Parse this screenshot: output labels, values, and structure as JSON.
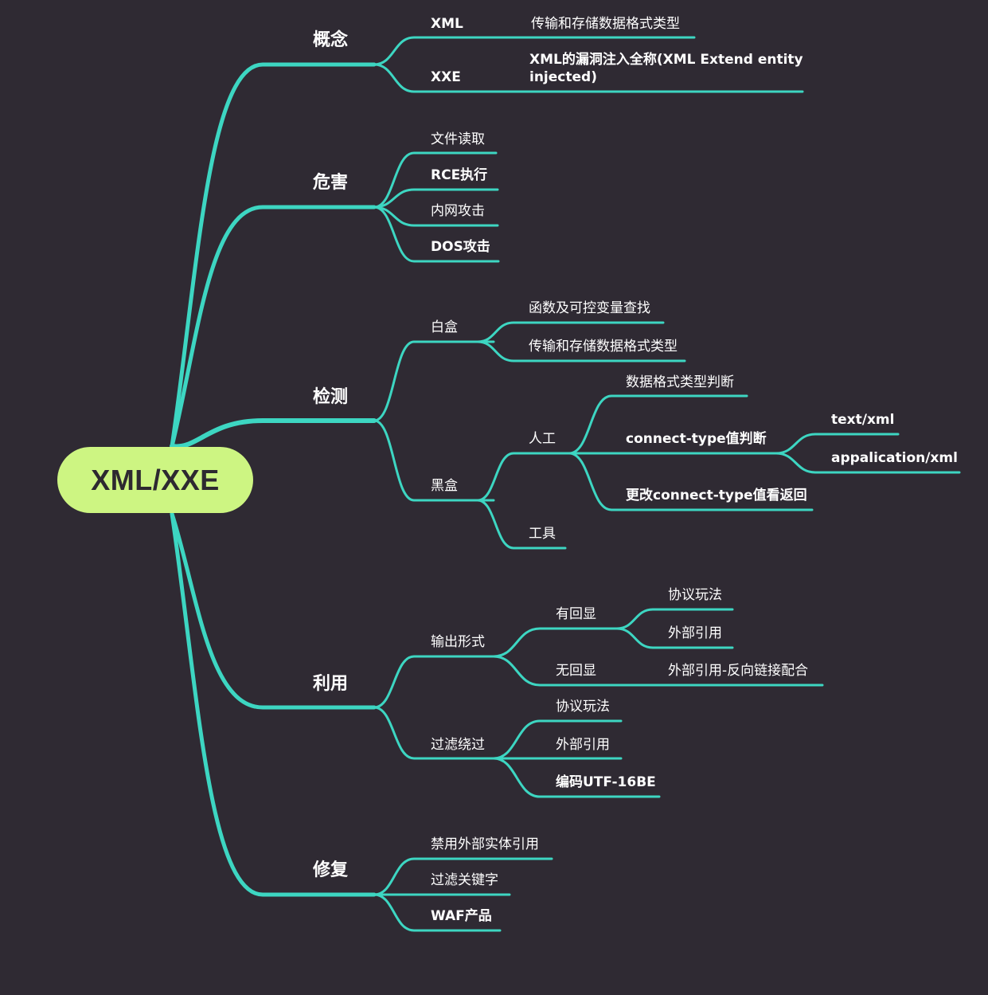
{
  "root": "XML/XXE",
  "colors": {
    "background": "#2f2a33",
    "edge": "#3dd6c2",
    "root_fill": "#cdf582",
    "root_text": "#2d2930",
    "text": "#ffffff"
  },
  "branches": {
    "concept": {
      "label": "概念",
      "xml": {
        "label": "XML",
        "desc": "传输和存储数据格式类型"
      },
      "xxe": {
        "label": "XXE",
        "desc": "XML的漏洞注入全称(XML Extend entity injected)"
      }
    },
    "harm": {
      "label": "危害",
      "items": [
        "文件读取",
        "RCE执行",
        "内网攻击",
        "DOS攻击"
      ]
    },
    "detect": {
      "label": "检测",
      "whitebox": {
        "label": "白盒",
        "items": [
          "函数及可控变量查找",
          "传输和存储数据格式类型"
        ]
      },
      "blackbox": {
        "label": "黑盒",
        "manual": {
          "label": "人工",
          "format_check": "数据格式类型判断",
          "content_type": {
            "label": "connect-type值判断",
            "items": [
              "text/xml",
              "appalication/xml"
            ]
          },
          "modify": "更改connect-type值看返回"
        },
        "tools": "工具"
      }
    },
    "exploit": {
      "label": "利用",
      "output": {
        "label": "输出形式",
        "echo": {
          "label": "有回显",
          "items": [
            "协议玩法",
            "外部引用"
          ]
        },
        "no_echo": {
          "label": "无回显",
          "item": "外部引用-反向链接配合"
        }
      },
      "bypass": {
        "label": "过滤绕过",
        "items": [
          "协议玩法",
          "外部引用",
          "编码UTF-16BE"
        ]
      }
    },
    "fix": {
      "label": "修复",
      "items": [
        "禁用外部实体引用",
        "过滤关键字",
        "WAF产品"
      ]
    }
  }
}
